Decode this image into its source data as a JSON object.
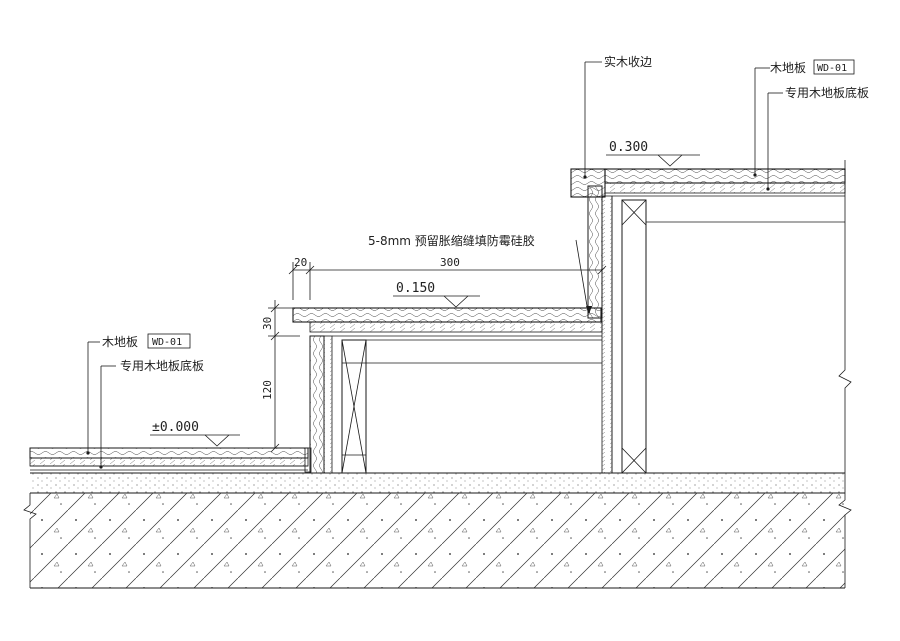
{
  "labels": {
    "solid_wood_edge": "实木收边",
    "wood_floor_top": "木地板",
    "wood_floor_top_code": "WD-01",
    "subfloor_top": "专用木地板底板",
    "expansion_joint": "5-8mm 预留胀缩缝填防霉硅胶",
    "wood_floor_left": "木地板",
    "wood_floor_left_code": "WD-01",
    "subfloor_left": "专用木地板底板"
  },
  "levels": {
    "upper": "0.300",
    "middle": "0.150",
    "ground": "±0.000"
  },
  "dimensions": {
    "gap": "20",
    "tread": "300",
    "board_thickness": "30",
    "riser_height": "120"
  }
}
